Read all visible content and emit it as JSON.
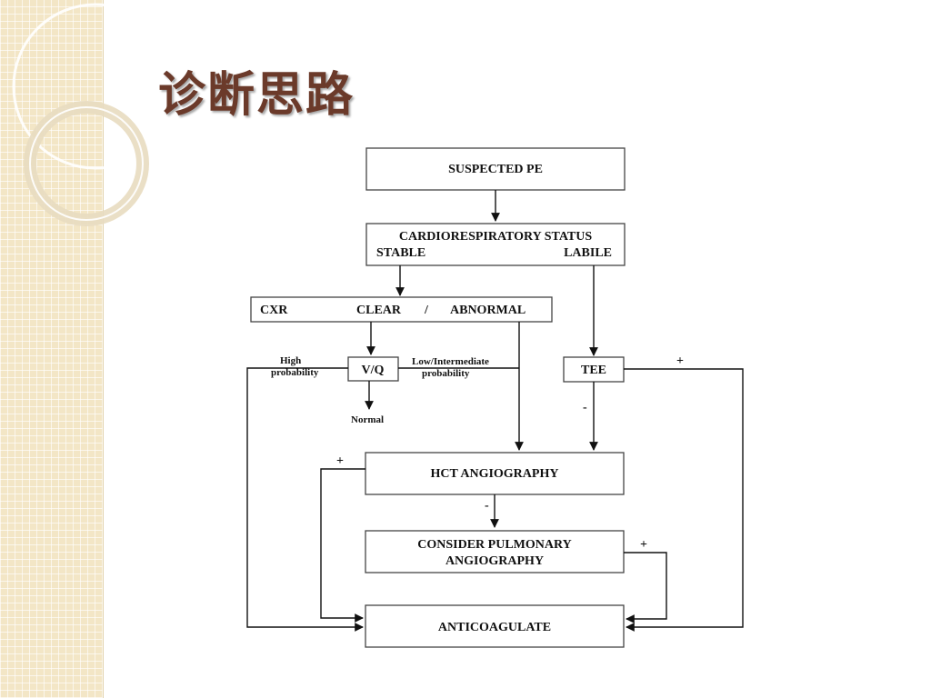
{
  "slide": {
    "title": "诊断思路"
  },
  "diagram": {
    "nodes": {
      "suspected_pe": "SUSPECTED PE",
      "cardio_title": "CARDIORESPIRATORY STATUS",
      "cardio_stable": "STABLE",
      "cardio_labile": "LABILE",
      "cxr_label": "CXR",
      "cxr_clear": "CLEAR",
      "cxr_sep": "/",
      "cxr_abnormal": "ABNORMAL",
      "vq": "V/Q",
      "tee": "TEE",
      "hct": "HCT ANGIOGRAPHY",
      "pulm_line1": "CONSIDER PULMONARY",
      "pulm_line2": "ANGIOGRAPHY",
      "anticoagulate": "ANTICOAGULATE"
    },
    "labels": {
      "high_line1": "High",
      "high_line2": "probability",
      "low_line1": "Low/Intermediate",
      "low_line2": "probability",
      "normal": "Normal",
      "tee_plus": "+",
      "tee_minus": "-",
      "hct_plus": "+",
      "hct_minus": "-",
      "pulm_plus": "+"
    }
  }
}
